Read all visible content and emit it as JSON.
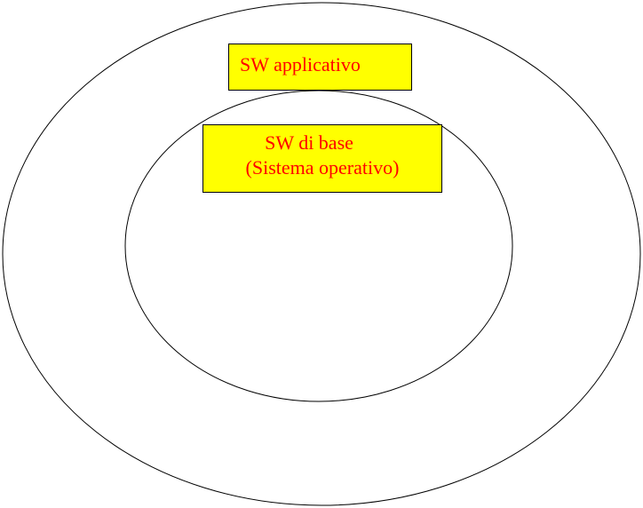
{
  "diagram": {
    "outer_layer": {
      "label": "SW applicativo"
    },
    "inner_layer": {
      "label_line1": "SW di base",
      "label_line2": "(Sistema operativo)"
    }
  },
  "colors": {
    "box_fill": "#ffff00",
    "text": "#ff0000",
    "stroke": "#000000",
    "background": "#ffffff"
  }
}
